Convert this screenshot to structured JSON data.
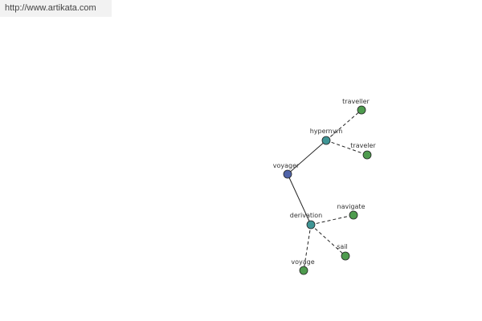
{
  "header": {
    "url": "http://www.artikata.com"
  },
  "graph": {
    "colors": {
      "root": "#4f63a8",
      "relation": "#3f9595",
      "term": "#4e9b4e",
      "edge": "#222222",
      "node_stroke": "#222222"
    },
    "nodes": [
      {
        "id": "voyager",
        "label": "voyager",
        "kind": "root"
      },
      {
        "id": "hypernym",
        "label": "hypernym",
        "kind": "relation"
      },
      {
        "id": "derivation",
        "label": "derivation",
        "kind": "relation"
      },
      {
        "id": "traveller",
        "label": "traveller",
        "kind": "term"
      },
      {
        "id": "traveler",
        "label": "traveler",
        "kind": "term"
      },
      {
        "id": "navigate",
        "label": "navigate",
        "kind": "term"
      },
      {
        "id": "sail",
        "label": "sail",
        "kind": "term"
      },
      {
        "id": "voyage",
        "label": "voyage",
        "kind": "term"
      }
    ],
    "edges": [
      {
        "from": "voyager",
        "to": "hypernym",
        "style": "solid"
      },
      {
        "from": "voyager",
        "to": "derivation",
        "style": "solid"
      },
      {
        "from": "hypernym",
        "to": "traveller",
        "style": "dashed"
      },
      {
        "from": "hypernym",
        "to": "traveler",
        "style": "dashed"
      },
      {
        "from": "derivation",
        "to": "navigate",
        "style": "dashed"
      },
      {
        "from": "derivation",
        "to": "sail",
        "style": "dashed"
      },
      {
        "from": "derivation",
        "to": "voyage",
        "style": "dashed"
      }
    ]
  }
}
